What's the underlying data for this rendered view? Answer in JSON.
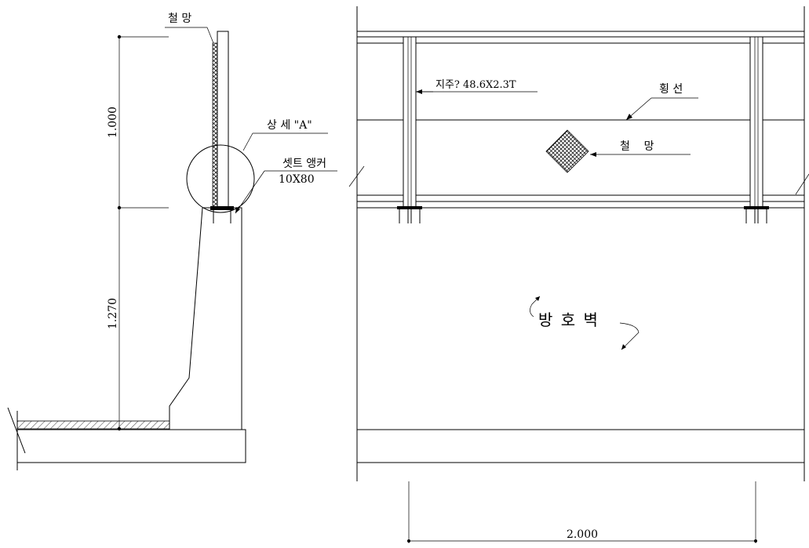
{
  "section_view": {
    "label_mesh_top": "철 망",
    "label_detail": "상 세 \"A\"",
    "label_anchor": "셋트 앵커",
    "label_anchor_size": "10X80",
    "dim_upper": "1.000",
    "dim_lower": "1.270"
  },
  "elevation_view": {
    "label_post": "지주? 48.6X2.3T",
    "label_rail": "횡 선",
    "label_mesh": "철    망",
    "label_wall": "방 호 벽",
    "dim_span": "2.000"
  }
}
